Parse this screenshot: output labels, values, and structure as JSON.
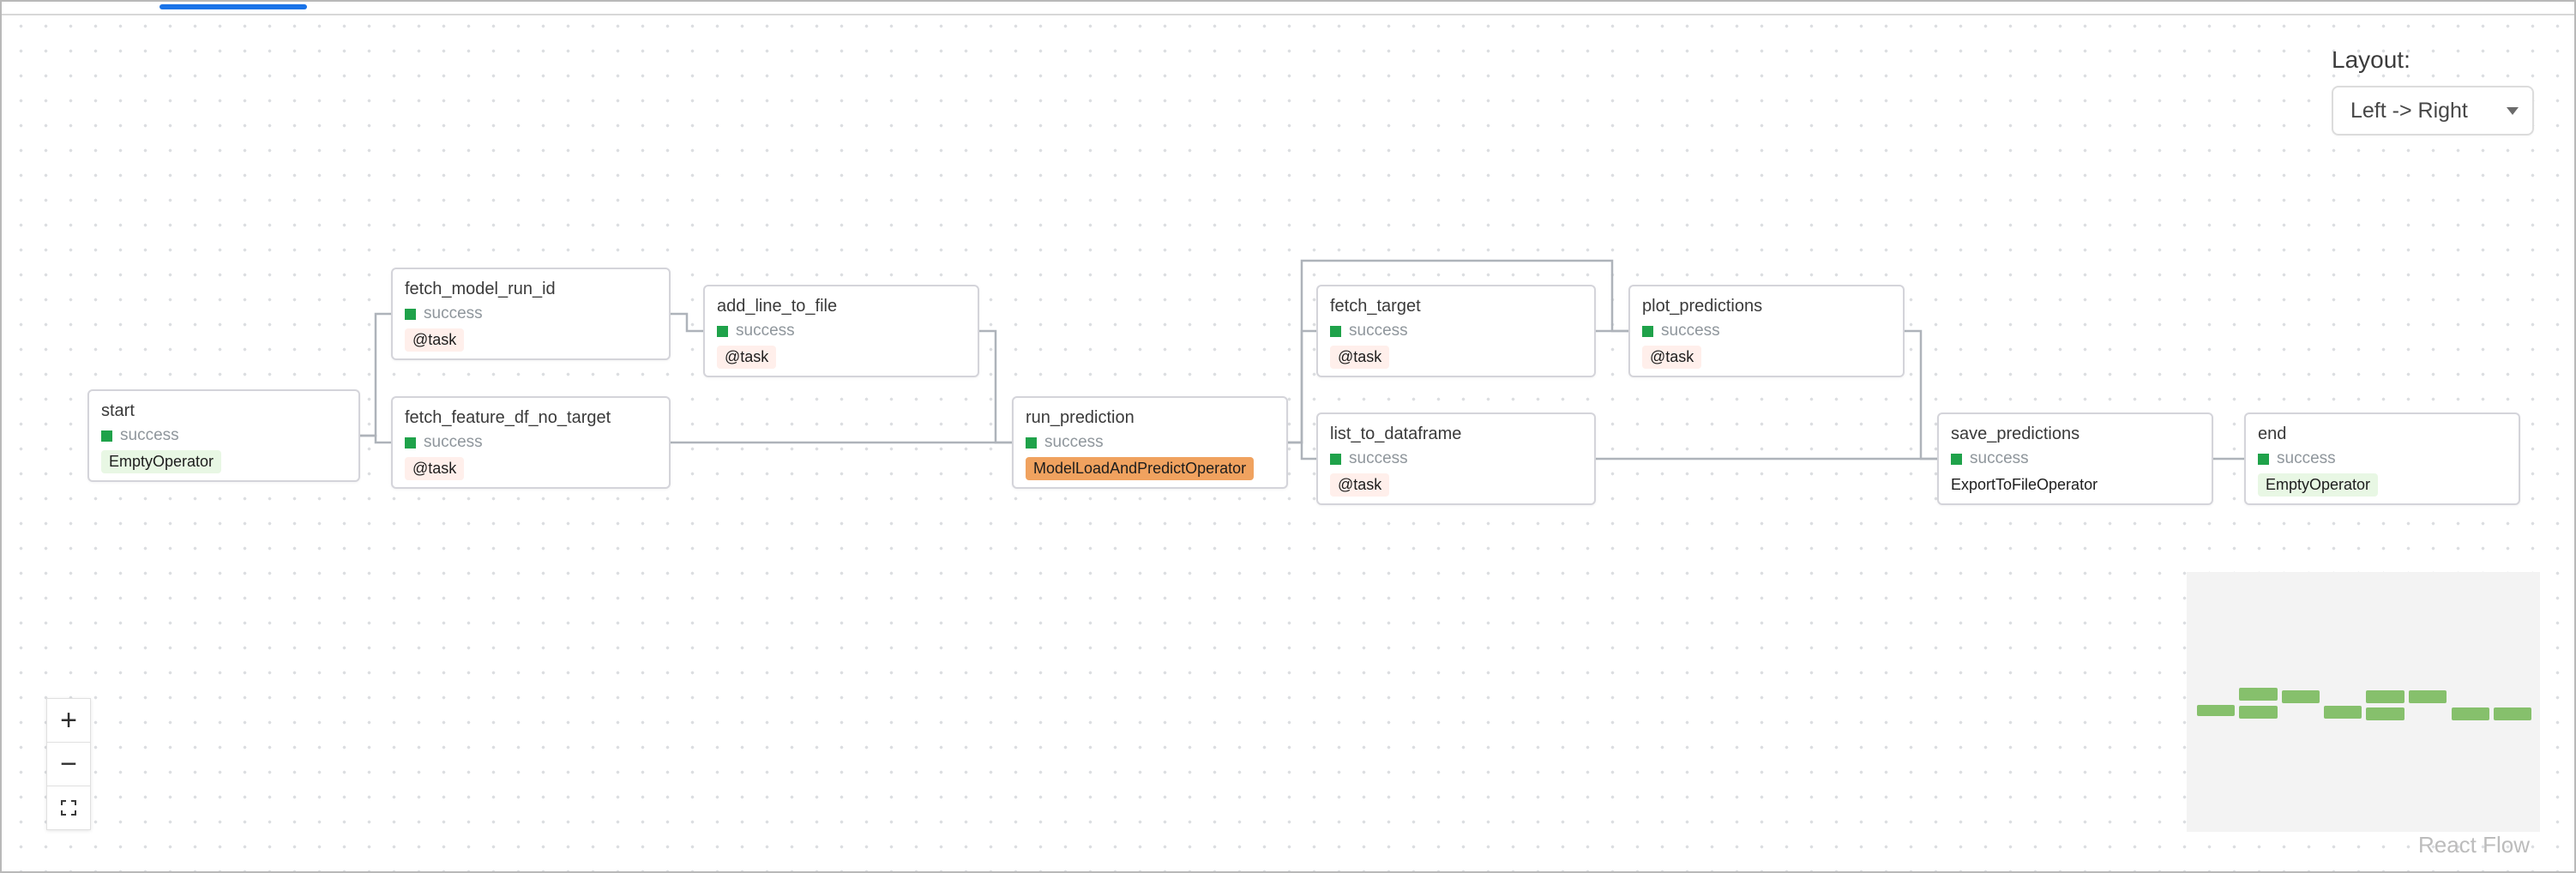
{
  "header": {
    "active_tab_accent": "#1a73e8"
  },
  "layout_panel": {
    "label": "Layout:",
    "selected": "Left -> Right"
  },
  "controls": {
    "zoom_in": "+",
    "zoom_out": "−"
  },
  "attribution": "React Flow",
  "graph": {
    "status_color_success": "#1fa24a",
    "nodes": [
      {
        "id": "start",
        "title": "start",
        "status": "success",
        "operator": "EmptyOperator",
        "operator_color": "#e8f7e4"
      },
      {
        "id": "fetch_model_run_id",
        "title": "fetch_model_run_id",
        "status": "success",
        "operator": "@task",
        "operator_color": "#ffefeb"
      },
      {
        "id": "fetch_feature_df_no_target",
        "title": "fetch_feature_df_no_target",
        "status": "success",
        "operator": "@task",
        "operator_color": "#ffefeb"
      },
      {
        "id": "add_line_to_file",
        "title": "add_line_to_file",
        "status": "success",
        "operator": "@task",
        "operator_color": "#ffefeb"
      },
      {
        "id": "run_prediction",
        "title": "run_prediction",
        "status": "success",
        "operator": "ModelLoadAndPredictOperator",
        "operator_color": "#f0a25f"
      },
      {
        "id": "fetch_target",
        "title": "fetch_target",
        "status": "success",
        "operator": "@task",
        "operator_color": "#ffefeb"
      },
      {
        "id": "list_to_dataframe",
        "title": "list_to_dataframe",
        "status": "success",
        "operator": "@task",
        "operator_color": "#ffefeb"
      },
      {
        "id": "plot_predictions",
        "title": "plot_predictions",
        "status": "success",
        "operator": "@task",
        "operator_color": "#ffefeb"
      },
      {
        "id": "save_predictions",
        "title": "save_predictions",
        "status": "success",
        "operator": "ExportToFileOperator",
        "operator_color": "#ffffff"
      },
      {
        "id": "end",
        "title": "end",
        "status": "success",
        "operator": "EmptyOperator",
        "operator_color": "#e8f7e4"
      }
    ],
    "edges": [
      {
        "source": "start",
        "target": "fetch_model_run_id"
      },
      {
        "source": "start",
        "target": "fetch_feature_df_no_target"
      },
      {
        "source": "fetch_model_run_id",
        "target": "add_line_to_file"
      },
      {
        "source": "fetch_feature_df_no_target",
        "target": "run_prediction"
      },
      {
        "source": "add_line_to_file",
        "target": "run_prediction"
      },
      {
        "source": "run_prediction",
        "target": "fetch_target"
      },
      {
        "source": "run_prediction",
        "target": "list_to_dataframe"
      },
      {
        "source": "run_prediction",
        "target": "plot_predictions"
      },
      {
        "source": "fetch_target",
        "target": "plot_predictions"
      },
      {
        "source": "list_to_dataframe",
        "target": "save_predictions"
      },
      {
        "source": "plot_predictions",
        "target": "save_predictions"
      },
      {
        "source": "save_predictions",
        "target": "end"
      }
    ]
  }
}
